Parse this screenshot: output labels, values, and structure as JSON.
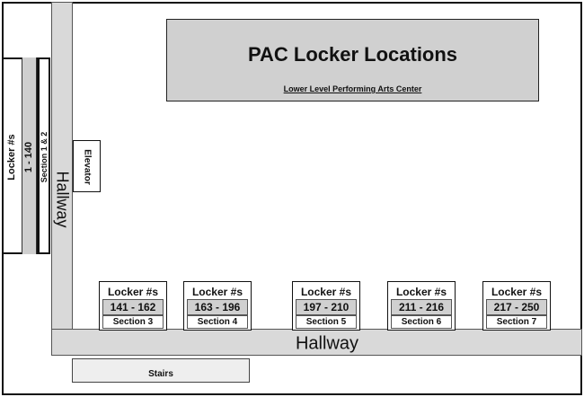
{
  "map": {
    "title": "PAC Locker Locations",
    "subtitle": "Lower Level Performing Arts Center",
    "hallway_vertical": "Hallway",
    "hallway_horizontal": "Hallway",
    "elevator": "Elevator",
    "stairs": "Stairs",
    "left_section": {
      "label": "Locker #s",
      "range": "1 - 140",
      "section": "Section 1 & 2"
    },
    "lockers": [
      {
        "label": "Locker #s",
        "range": "141 - 162",
        "section": "Section 3"
      },
      {
        "label": "Locker #s",
        "range": "163 - 196",
        "section": "Section 4"
      },
      {
        "label": "Locker #s",
        "range": "197 - 210",
        "section": "Section 5"
      },
      {
        "label": "Locker #s",
        "range": "211 - 216",
        "section": "Section 6"
      },
      {
        "label": "Locker #s",
        "range": "217 - 250",
        "section": "Section 7"
      }
    ]
  }
}
